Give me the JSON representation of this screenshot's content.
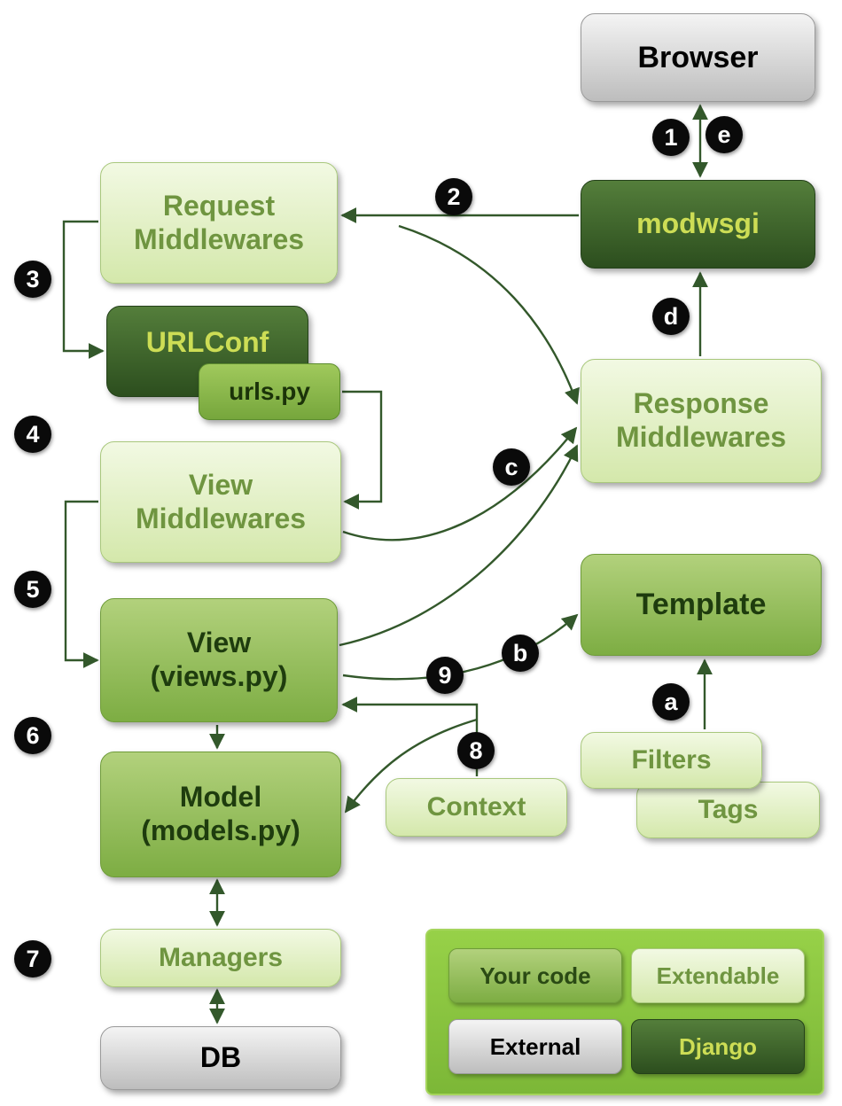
{
  "colors": {
    "your_code_fill": "#7dad43",
    "extendable_fill": "#d4e8ab",
    "external_fill": "#cfcfcf",
    "django_fill": "#2c4e1e",
    "legend_panel": "#8ac53e",
    "arrow": "#33582b",
    "badge_bg": "#0a0a0a",
    "badge_text": "#ffffff",
    "dark_box_text": "#cddd55"
  },
  "nodes": {
    "browser": {
      "label": "Browser"
    },
    "modwsgi": {
      "label": "modwsgi"
    },
    "request_middlewares": {
      "line1": "Request",
      "line2": "Middlewares"
    },
    "urlconf": {
      "label": "URLConf"
    },
    "urls_py": {
      "label": "urls.py"
    },
    "view_middlewares": {
      "line1": "View",
      "line2": "Middlewares"
    },
    "view": {
      "line1": "View",
      "line2": "(views.py)"
    },
    "model": {
      "line1": "Model",
      "line2": "(models.py)"
    },
    "managers": {
      "label": "Managers"
    },
    "db": {
      "label": "DB"
    },
    "response_middlewares": {
      "line1": "Response",
      "line2": "Middlewares"
    },
    "template": {
      "label": "Template"
    },
    "filters": {
      "label": "Filters"
    },
    "tags": {
      "label": "Tags"
    },
    "context": {
      "label": "Context"
    }
  },
  "badges": {
    "n1": "1",
    "n2": "2",
    "n3": "3",
    "n4": "4",
    "n5": "5",
    "n6": "6",
    "n7": "7",
    "n8": "8",
    "n9": "9",
    "a": "a",
    "b": "b",
    "c": "c",
    "d": "d",
    "e": "e"
  },
  "legend": {
    "your_code": "Your code",
    "extendable": "Extendable",
    "external": "External",
    "django": "Django"
  }
}
